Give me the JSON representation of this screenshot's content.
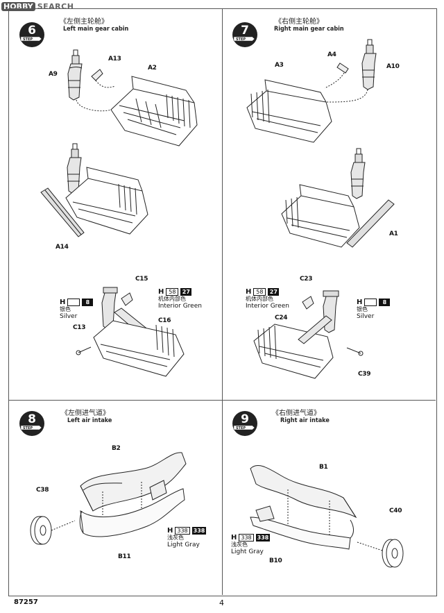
{
  "watermark": {
    "logo": "HOBBY",
    "search": "SEARCH"
  },
  "footer": {
    "code": "87257",
    "page": "4"
  },
  "steps": [
    {
      "number": "6",
      "caption_cn": "《左侧主轮舱》",
      "caption_en": "Left main gear cabin",
      "parts": [
        "A9",
        "A13",
        "A2",
        "A14",
        "C15",
        "C16",
        "C13"
      ],
      "paints": [
        {
          "h": "H",
          "code1": "",
          "code2": "8",
          "cn": "银色",
          "en": "Silver"
        },
        {
          "h": "H",
          "code1": "58",
          "code2": "27",
          "cn": "机体内部色",
          "en": "Interior Green"
        }
      ]
    },
    {
      "number": "7",
      "caption_cn": "《右侧主轮舱》",
      "caption_en": "Right main gear cabin",
      "parts": [
        "A3",
        "A4",
        "A10",
        "A1",
        "C23",
        "C24",
        "C39"
      ],
      "paints": [
        {
          "h": "H",
          "code1": "58",
          "code2": "27",
          "cn": "机体内部色",
          "en": "Interior Green"
        },
        {
          "h": "H",
          "code1": "",
          "code2": "8",
          "cn": "银色",
          "en": "Silver"
        }
      ]
    },
    {
      "number": "8",
      "caption_cn": "《左侧进气道》",
      "caption_en": "Left air intake",
      "parts": [
        "B2",
        "C38",
        "B11"
      ],
      "paints": [
        {
          "h": "H",
          "code1": "338",
          "code2": "338",
          "cn": "浅灰色",
          "en": "Light Gray"
        }
      ]
    },
    {
      "number": "9",
      "caption_cn": "《右侧进气道》",
      "caption_en": "Right air intake",
      "parts": [
        "B1",
        "C40",
        "B10"
      ],
      "paints": [
        {
          "h": "H",
          "code1": "338",
          "code2": "338",
          "cn": "浅灰色",
          "en": "Light Gray"
        }
      ]
    }
  ],
  "step_label": "STEP"
}
